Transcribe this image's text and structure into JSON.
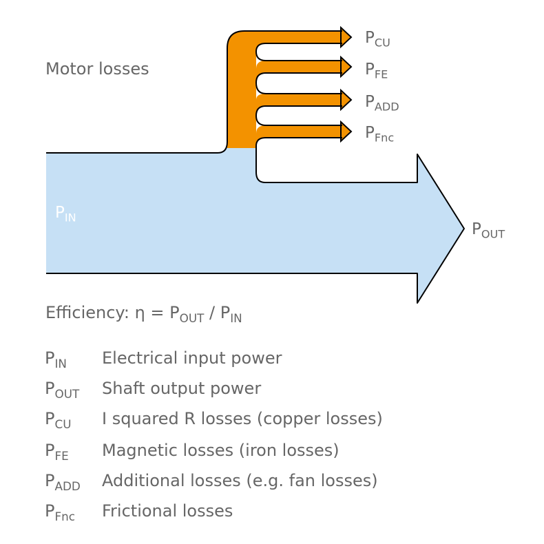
{
  "diagram": {
    "title": "Motor losses",
    "input": {
      "symbol": "P",
      "sub": "IN"
    },
    "output": {
      "symbol": "P",
      "sub": "OUT"
    },
    "losses": [
      {
        "symbol": "P",
        "sub": "CU"
      },
      {
        "symbol": "P",
        "sub": "FE"
      },
      {
        "symbol": "P",
        "sub": "ADD"
      },
      {
        "symbol": "P",
        "sub": "Fnc"
      }
    ],
    "colors": {
      "loss_flow": "#f39200",
      "power_flow": "#c6e0f5",
      "outline": "#000000",
      "text": "#666666"
    }
  },
  "efficiency": {
    "prefix": "Efficiency: η = P",
    "num_sub": "OUT",
    "slash": " / P",
    "den_sub": "IN"
  },
  "legend": [
    {
      "symbol": "P",
      "sub": "IN",
      "description": "Electrical input power"
    },
    {
      "symbol": "P",
      "sub": "OUT",
      "description": "Shaft output power"
    },
    {
      "symbol": "P",
      "sub": "CU",
      "description": "I squared R losses (copper losses)"
    },
    {
      "symbol": "P",
      "sub": "FE",
      "description": "Magnetic losses (iron losses)"
    },
    {
      "symbol": "P",
      "sub": "ADD",
      "description": "Additional losses (e.g. fan losses)"
    },
    {
      "symbol": "P",
      "sub": "Fnc",
      "description": "Frictional losses"
    }
  ]
}
